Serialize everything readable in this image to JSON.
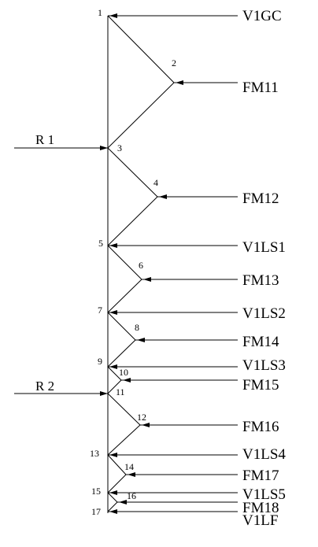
{
  "diagram": {
    "inputs": [
      "R 1",
      "R 2"
    ],
    "nodes": [
      "1",
      "2",
      "3",
      "4",
      "5",
      "6",
      "7",
      "8",
      "9",
      "10",
      "11",
      "12",
      "13",
      "14",
      "15",
      "16",
      "17"
    ],
    "labels": [
      "V1GC",
      "FM11",
      "FM12",
      "V1LS1",
      "FM13",
      "V1LS2",
      "FM14",
      "V1LS3",
      "FM15",
      "FM16",
      "V1LS4",
      "FM17",
      "V1LS5",
      "FM18",
      "V1LF"
    ]
  }
}
